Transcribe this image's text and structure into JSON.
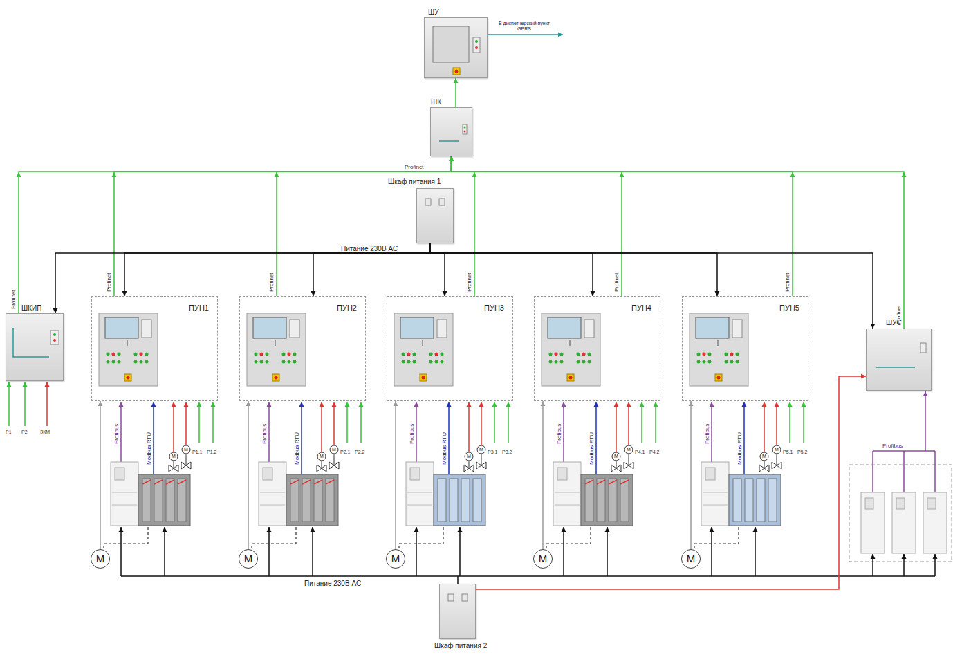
{
  "diagram": {
    "nodes": [
      {
        "text": [
          "ШУ"
        ]
      },
      {
        "text": [
          "ШК"
        ]
      },
      {
        "text": [
          "Шкаф питания 1"
        ]
      },
      {
        "text": [
          "ШКИП"
        ]
      },
      {
        "text": [
          "ПУН1"
        ]
      },
      {
        "text": [
          "ПУН2"
        ]
      },
      {
        "text": [
          "ПУН3"
        ]
      },
      {
        "text": [
          "ПУН4"
        ]
      },
      {
        "text": [
          "ПУН5"
        ]
      },
      {
        "text": [
          "ШУС"
        ]
      },
      {
        "text": [
          "Шкаф питания 2"
        ]
      },
      {
        "text": [
          "M"
        ]
      },
      {
        "text": [
          "M"
        ]
      },
      {
        "text": [
          "M"
        ]
      },
      {
        "text": [
          "M"
        ]
      },
      {
        "text": [
          "M"
        ]
      }
    ],
    "edges": [
      {
        "from": 1,
        "to": 0,
        "arrow": "to"
      },
      {
        "from": 3,
        "to": 1,
        "arrow": "to",
        "label": "Profinet"
      },
      {
        "from": 4,
        "to": 1,
        "arrow": "to",
        "label": "Profinet"
      },
      {
        "from": 5,
        "to": 1,
        "arrow": "to",
        "label": "Profinet"
      },
      {
        "from": 6,
        "to": 1,
        "arrow": "to",
        "label": "Profinet"
      },
      {
        "from": 7,
        "to": 1,
        "arrow": "to",
        "label": "Profinet"
      },
      {
        "from": 8,
        "to": 1,
        "arrow": "to",
        "label": "Profinet"
      },
      {
        "from": 9,
        "to": 1,
        "arrow": "to",
        "label": "Profinet"
      },
      {
        "from": 2,
        "to": 3,
        "arrow": "to"
      },
      {
        "from": 2,
        "to": 4,
        "arrow": "to"
      },
      {
        "from": 2,
        "to": 5,
        "arrow": "to"
      },
      {
        "from": 2,
        "to": 6,
        "arrow": "to"
      },
      {
        "from": 2,
        "to": 7,
        "arrow": "to"
      },
      {
        "from": 2,
        "to": 8,
        "arrow": "to"
      },
      {
        "from": 2,
        "to": 9,
        "arrow": "to"
      },
      {
        "from": 10,
        "to": 9,
        "arrow": "to"
      },
      {
        "from": 11,
        "to": 4,
        "arrow": "to"
      },
      {
        "from": 12,
        "to": 5,
        "arrow": "to"
      },
      {
        "from": 13,
        "to": 6,
        "arrow": "to"
      },
      {
        "from": 14,
        "to": 7,
        "arrow": "to"
      },
      {
        "from": 15,
        "to": 8,
        "arrow": "to"
      }
    ],
    "labels": [
      "В диспетчерский пункт GPRS",
      "Profinet",
      "Питание 230В AC",
      "P1",
      "P2",
      "ЗКМ",
      "Profibus",
      "Modbus RTU",
      "M",
      "M",
      "P1.1",
      "P1.2",
      "Profibus",
      "Modbus RTU",
      "M",
      "M",
      "P2.1",
      "P2.2",
      "Profibus",
      "Modbus RTU",
      "M",
      "M",
      "P3.1",
      "P3.2",
      "Profibus",
      "Modbus RTU",
      "M",
      "M",
      "P4.1",
      "P4.2",
      "Profibus",
      "Modbus RTU",
      "M",
      "M",
      "P5.1",
      "P5.2",
      "Profibus",
      "Питание 230В AC"
    ]
  }
}
